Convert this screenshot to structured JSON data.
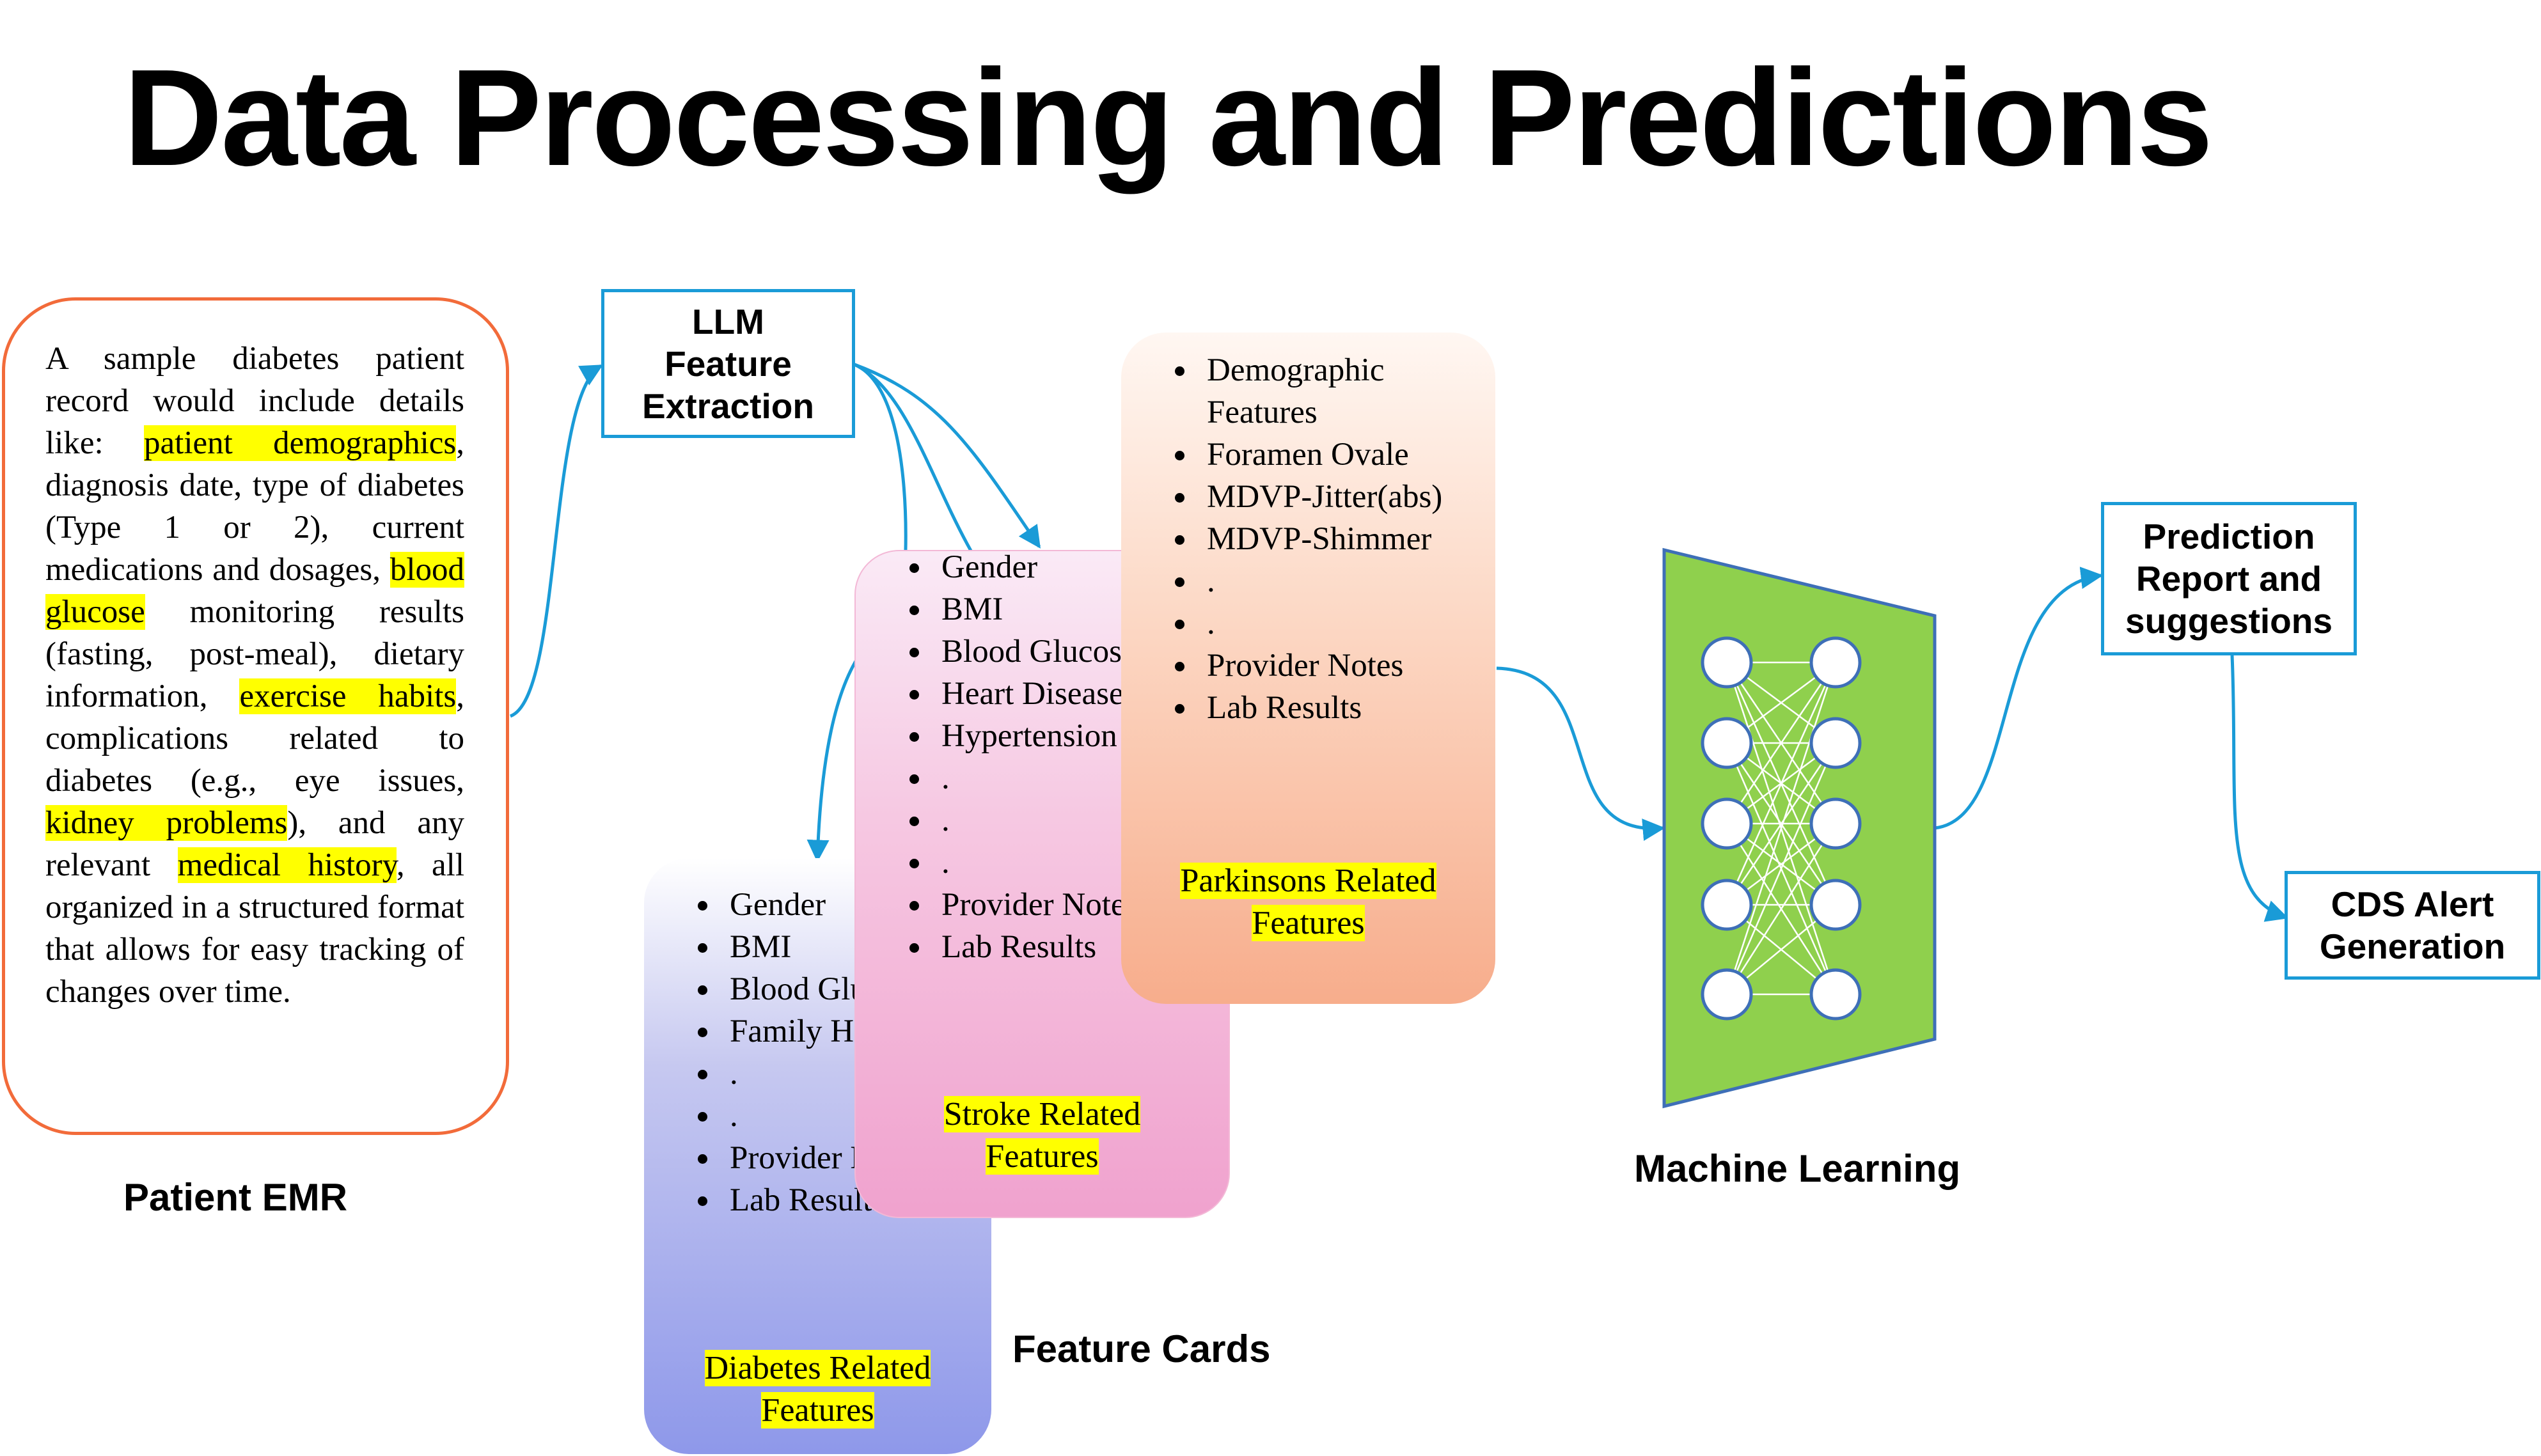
{
  "title": "Data Processing and Predictions",
  "emr": {
    "segments": [
      {
        "text": "A sample diabetes patient record would include details like: ",
        "highlight": false
      },
      {
        "text": "patient demographics",
        "highlight": true
      },
      {
        "text": ", diagnosis date, type of diabetes (Type 1 or 2), current medications and dosages, ",
        "highlight": false
      },
      {
        "text": "blood glucose",
        "highlight": true
      },
      {
        "text": " monitoring results (fasting, post-meal), dietary information, ",
        "highlight": false
      },
      {
        "text": "exercise habits",
        "highlight": true
      },
      {
        "text": ", complications related to diabetes (e.g., eye issues, ",
        "highlight": false
      },
      {
        "text": "kidney problems",
        "highlight": true
      },
      {
        "text": "), and any relevant ",
        "highlight": false
      },
      {
        "text": "medical history",
        "highlight": true
      },
      {
        "text": ", all organized in a structured format that allows for easy tracking of changes over time.",
        "highlight": false
      }
    ],
    "label": "Patient EMR"
  },
  "llm": {
    "lines": [
      "LLM",
      "Feature",
      "Extraction"
    ]
  },
  "cards": {
    "diabetes": {
      "items": [
        "Gender",
        "BMI",
        "Blood Glucose",
        "Family History",
        ".",
        ".",
        "Provider Notes",
        "Lab Results"
      ],
      "footer": [
        "Diabetes Related",
        "Features"
      ]
    },
    "stroke": {
      "items": [
        "Gender",
        "BMI",
        "Blood Glucose",
        "Heart Disease",
        "Hypertension",
        ".",
        ".",
        ".",
        "Provider Notes",
        "Lab Results"
      ],
      "footer": [
        "Stroke Related",
        "Features"
      ]
    },
    "parkinsons": {
      "items": [
        "Demographic",
        "Features",
        "Foramen Ovale",
        "MDVP-Jitter(abs)",
        "MDVP-Shimmer",
        ".",
        ".",
        "Provider Notes",
        "Lab Results"
      ],
      "footer": [
        "Parkinsons Related",
        "Features"
      ]
    },
    "label": "Feature Cards"
  },
  "ml": {
    "label": "Machine Learning"
  },
  "prediction": {
    "lines": [
      "Prediction",
      "Report and",
      "suggestions"
    ]
  },
  "cds": {
    "lines": [
      "CDS Alert",
      "Generation"
    ]
  },
  "colors": {
    "arrow": "#1a9bd7",
    "emr_border": "#f26b3a",
    "ml_fill": "#8fd04d",
    "highlight": "#ffff00"
  }
}
